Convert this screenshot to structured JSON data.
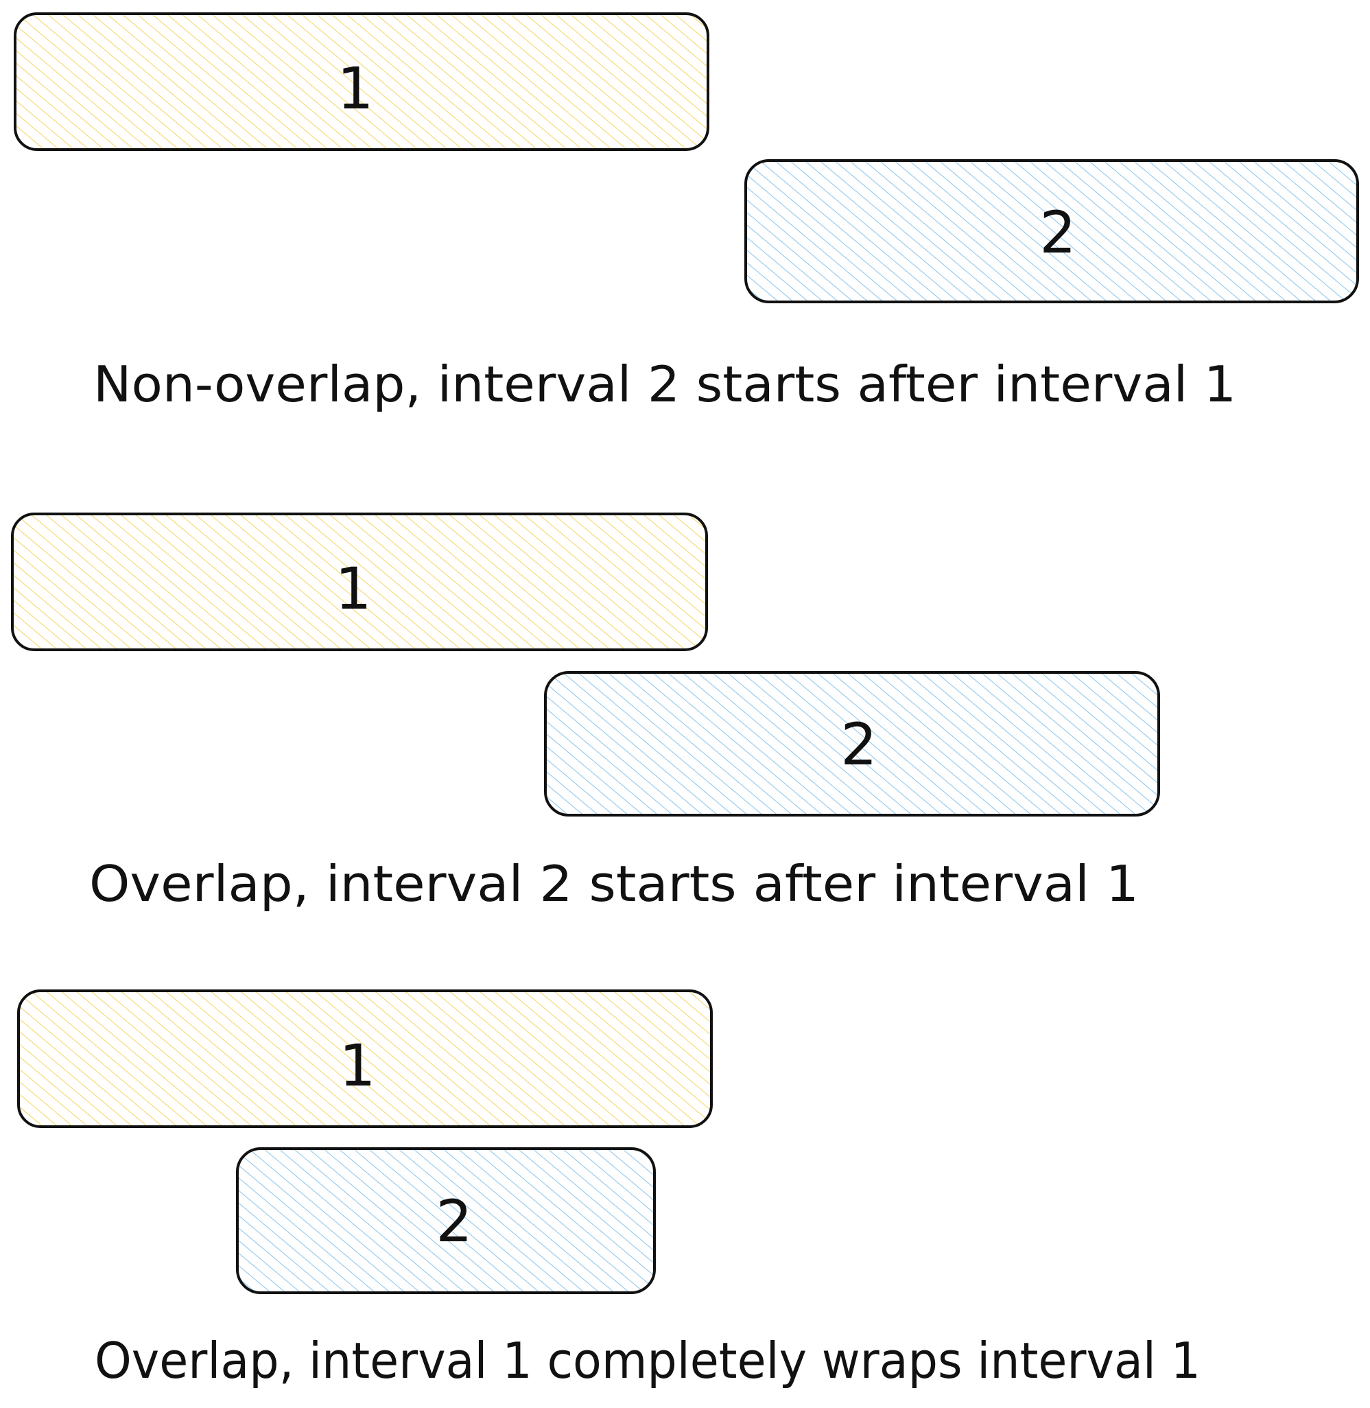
{
  "colors": {
    "interval_1_hatch": "#f5d76e",
    "interval_2_hatch": "#90c8f0",
    "stroke": "#111111"
  },
  "cases": [
    {
      "interval_1_label": "1",
      "interval_2_label": "2",
      "caption": "Non-overlap, interval 2 starts after interval 1"
    },
    {
      "interval_1_label": "1",
      "interval_2_label": "2",
      "caption": "Overlap, interval 2 starts after interval 1"
    },
    {
      "interval_1_label": "1",
      "interval_2_label": "2",
      "caption": "Overlap, interval 1 completely wraps interval 1"
    }
  ]
}
